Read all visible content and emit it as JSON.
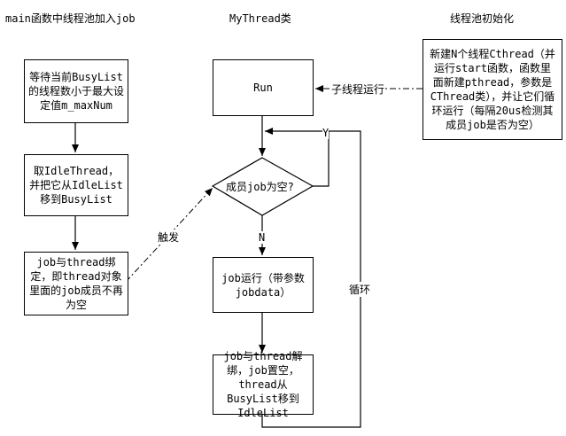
{
  "headers": {
    "main": "main函数中线程池加入job",
    "mythread": "MyThread类",
    "init": "线程池初始化"
  },
  "main_column": {
    "step1": "等待当前BusyList的线程数小于最大设定值m_maxNum",
    "step2": "取IdleThread，并把它从IdleList移到BusyList",
    "step3": "job与thread绑定，即thread对象里面的job成员不再为空"
  },
  "mythread_column": {
    "run": "Run",
    "decision": "成员job为空?",
    "job_run": "job运行（带参数jobdata）",
    "unbind": "job与thread解绑，job置空，thread从BusyList移到IdleList"
  },
  "init_column": {
    "init_box": "新建N个线程Cthread（并运行start函数，函数里面新建pthread，参数是CThread类），并让它们循环运行（每隔20us检测其成员job是否为空）"
  },
  "edge_labels": {
    "child_thread_run": "子线程运行",
    "trigger": "触发",
    "loop": "循环",
    "yes": "Y",
    "no": "N"
  }
}
